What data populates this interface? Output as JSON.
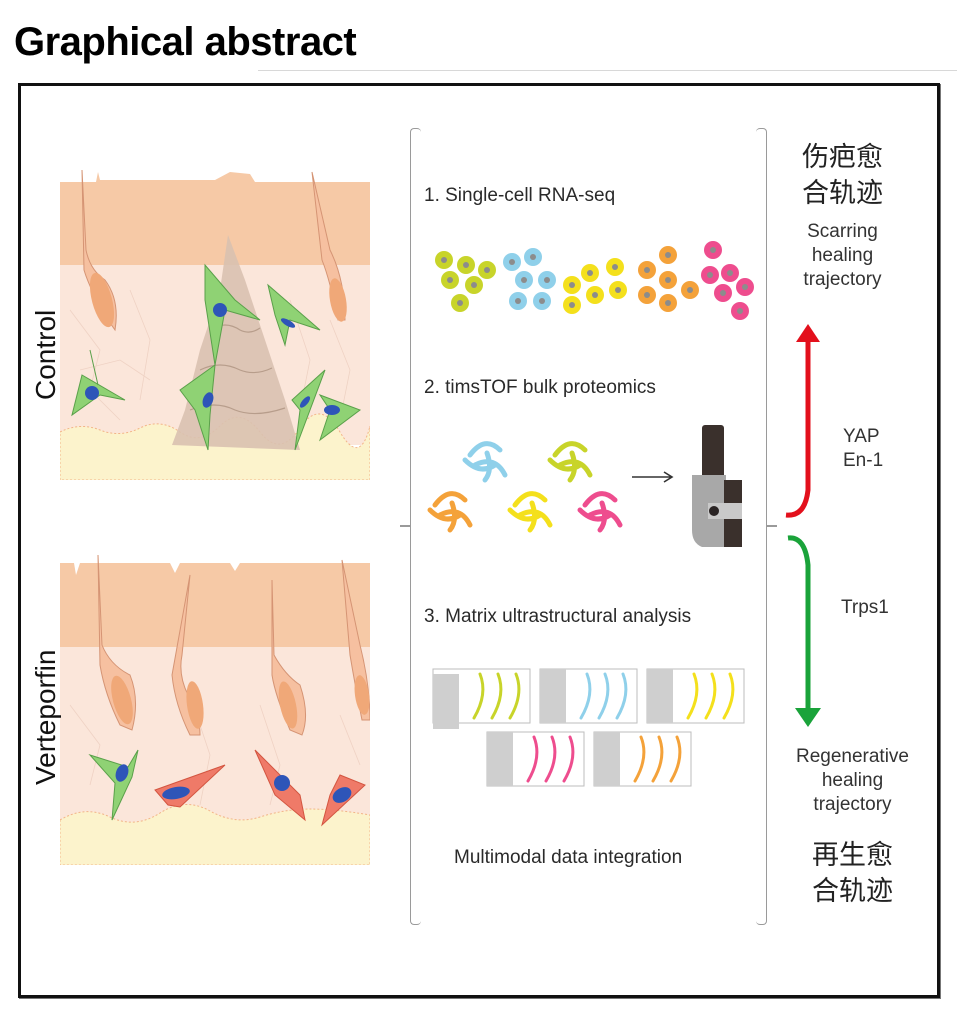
{
  "header": {
    "title": "Graphical abstract"
  },
  "left_panels": [
    {
      "label": "Control",
      "condition": "control"
    },
    {
      "label": "Verteporfin",
      "condition": "treated"
    }
  ],
  "methods": {
    "steps": [
      {
        "label": "1. Single-cell RNA-seq",
        "icon": "cell-clusters-icon"
      },
      {
        "label": "2. timsTOF bulk proteomics",
        "icon": "mass-spectrometer-icon"
      },
      {
        "label": "3. Matrix ultrastructural analysis",
        "icon": "fibril-panels-icon"
      }
    ],
    "footer": "Multimodal data integration",
    "cluster_colors": [
      "#c8d42a",
      "#8fd0ea",
      "#f4e01c",
      "#f4a23a",
      "#ee4d8e"
    ]
  },
  "trajectories": {
    "scarring": {
      "zh": [
        "伤疤愈",
        "合轨迹"
      ],
      "en": [
        "Scarring",
        "healing",
        "trajectory"
      ],
      "genes": [
        "YAP",
        "En-1"
      ],
      "color": "#e3101c",
      "direction": "up"
    },
    "regenerative": {
      "zh": [
        "再生愈",
        "合轨迹"
      ],
      "en": [
        "Regenerative",
        "healing",
        "trajectory"
      ],
      "genes": [
        "Trps1"
      ],
      "color": "#1aa33a",
      "direction": "down"
    }
  },
  "colors": {
    "epidermis": "#f6c9a6",
    "dermis": "#fbe6da",
    "fat": "#fcf3cc",
    "scar": "#d9c1b0",
    "fibroblast_green": "#8fd274",
    "fibroblast_red": "#ef7a68",
    "nucleus": "#2e55b8",
    "follicle": "#f3b88e"
  }
}
